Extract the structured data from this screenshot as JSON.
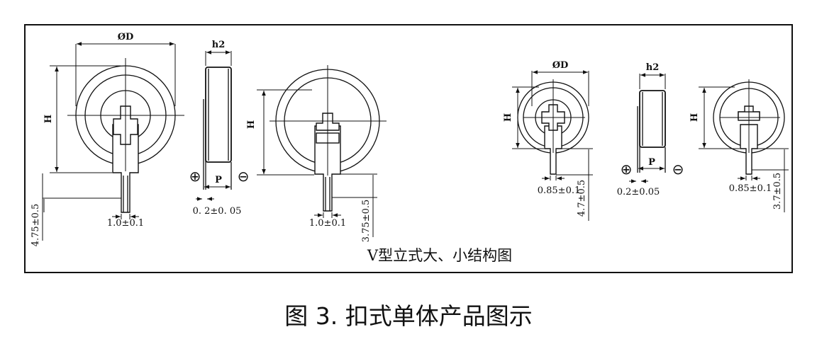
{
  "labels": {
    "diameter": "ØD",
    "height": "H",
    "thickness": "h2",
    "pitch": "P",
    "plus": "⊕",
    "minus": "⊖",
    "large_pin_width": "1.0±0.1",
    "large_pin_length_front": "4.75±0.5",
    "large_pin_length_back": "3.75±0.5",
    "large_lead_thickness": "0. 2±0. 05",
    "small_pin_width_front": "0.85±0.1",
    "small_pin_length_front": "4.7±0.5",
    "small_lead_thickness": "0.2±0.05",
    "small_pin_width_back": "0.85±0.1",
    "small_pin_length_back": "3.7±0.5"
  },
  "inner_caption": "V型立式大、小结构图",
  "outer_caption": "图 3. 扣式单体产品图示"
}
